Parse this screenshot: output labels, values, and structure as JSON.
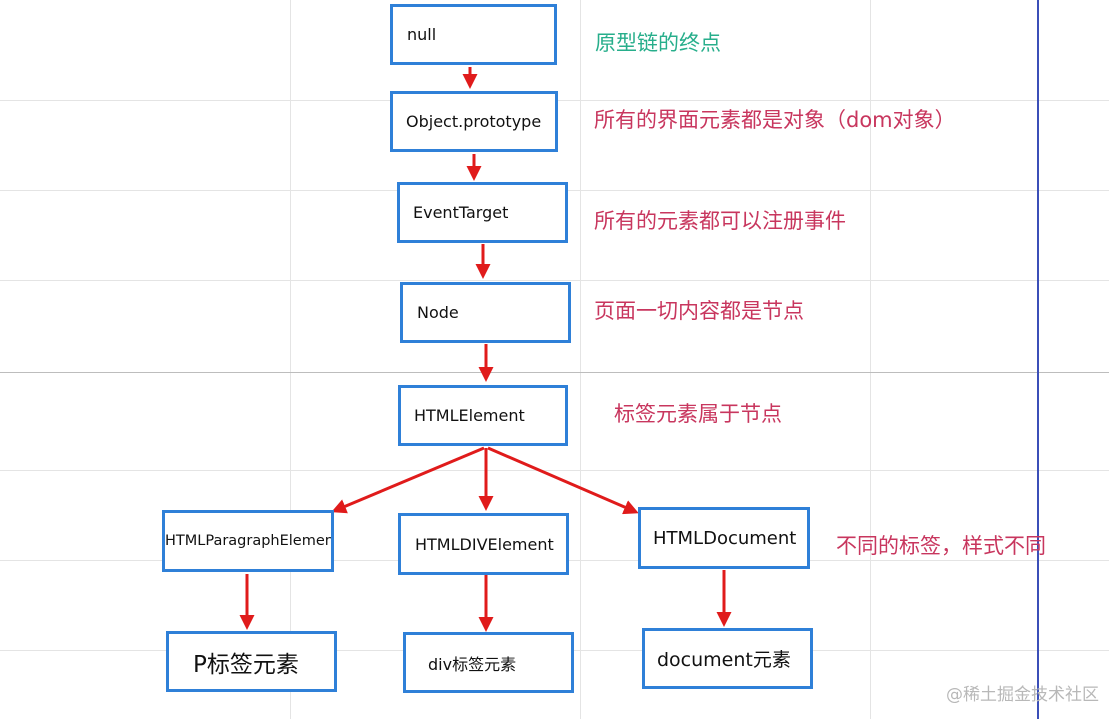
{
  "nodes": {
    "null": "null",
    "object_prototype": "Object.prototype",
    "event_target": "EventTarget",
    "node": "Node",
    "html_element": "HTMLElement",
    "html_paragraph_element": "HTMLParagraphElement",
    "html_div_element": "HTMLDIVElement",
    "html_document": "HTMLDocument",
    "p_element": "P标签元素",
    "div_element": "div标签元素",
    "document_element": "document元素"
  },
  "notes": {
    "null": "原型链的终点",
    "object_prototype": "所有的界面元素都是对象（dom对象）",
    "event_target": "所有的元素都可以注册事件",
    "node": "页面一切内容都是节点",
    "html_element": "标签元素属于节点",
    "html_document": "不同的标签，样式不同"
  },
  "watermark": "@稀土掘金技术社区",
  "colors": {
    "box_border": "#2f80d8",
    "arrow": "#e01b1b",
    "note": "#c8365e",
    "note_end": "#27ae8b"
  }
}
